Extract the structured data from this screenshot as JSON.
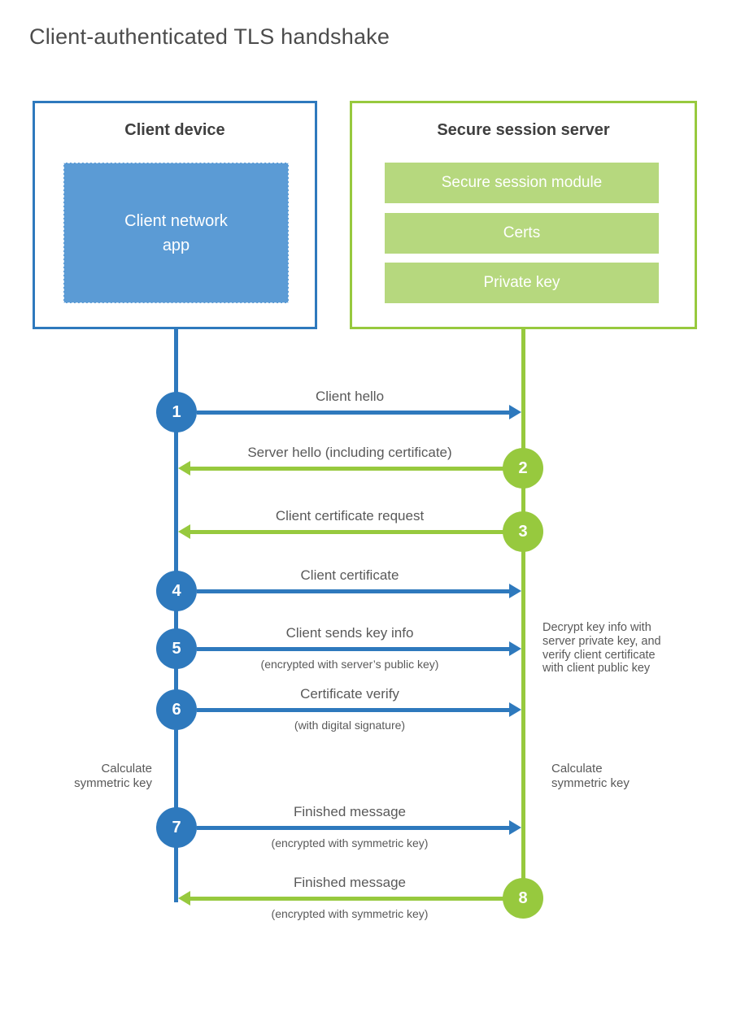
{
  "title": "Client-authenticated TLS handshake",
  "colors": {
    "blue": "#2e79bd",
    "blue_fill": "#5b9bd5",
    "green": "#97c93e",
    "green_fill": "#b6d87e",
    "label_text": "#595959",
    "heading_text": "#3f3f3f",
    "title_text": "#4c4c4c"
  },
  "client": {
    "title": "Client device",
    "app_label": "Client network\napp"
  },
  "server": {
    "title": "Secure session server",
    "modules": [
      "Secure session module",
      "Certs",
      "Private key"
    ]
  },
  "steps": [
    {
      "num": "1",
      "label": "Client hello",
      "sublabel": "",
      "direction": "right",
      "actor": "client"
    },
    {
      "num": "2",
      "label": "Server hello (including certificate)",
      "sublabel": "",
      "direction": "left",
      "actor": "server"
    },
    {
      "num": "3",
      "label": "Client certificate request",
      "sublabel": "",
      "direction": "left",
      "actor": "server"
    },
    {
      "num": "4",
      "label": "Client certificate",
      "sublabel": "",
      "direction": "right",
      "actor": "client"
    },
    {
      "num": "5",
      "label": "Client sends key info",
      "sublabel": "(encrypted with server’s public key)",
      "direction": "right",
      "actor": "client"
    },
    {
      "num": "6",
      "label": "Certificate verify",
      "sublabel": "(with digital signature)",
      "direction": "right",
      "actor": "client"
    },
    {
      "num": "7",
      "label": "Finished message",
      "sublabel": "(encrypted with symmetric key)",
      "direction": "right",
      "actor": "client"
    },
    {
      "num": "8",
      "label": "Finished message",
      "sublabel": "(encrypted with symmetric key)",
      "direction": "left",
      "actor": "server"
    }
  ],
  "annotations": {
    "decrypt": "Decrypt key info with\nserver private key, and\nverify client certificate\nwith client public key",
    "calc_left": "Calculate\nsymmetric key",
    "calc_right": "Calculate\nsymmetric key"
  }
}
